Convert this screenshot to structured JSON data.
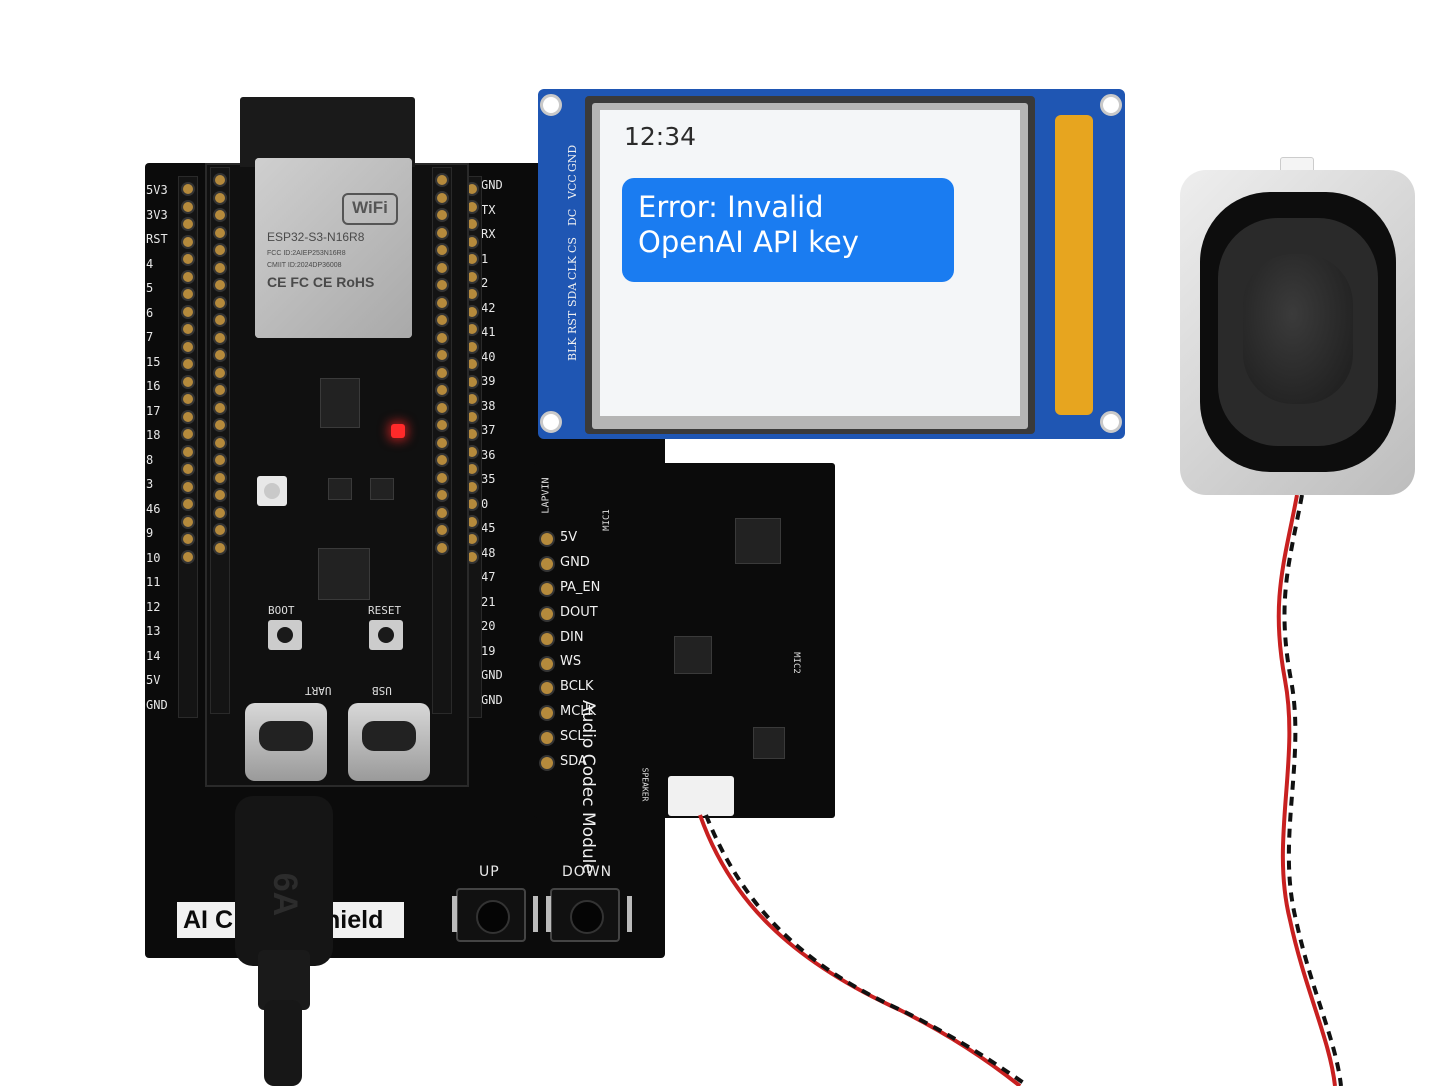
{
  "shield": {
    "left_pins": [
      "5V3",
      "3V3",
      "RST",
      "4",
      "5",
      "6",
      "7",
      "15",
      "16",
      "17",
      "18",
      "8",
      "3",
      "46",
      "9",
      "10",
      "11",
      "12",
      "13",
      "14",
      "5V",
      "GND"
    ],
    "right_pins": [
      "GND",
      "TX",
      "RX",
      "1",
      "2",
      "42",
      "41",
      "40",
      "39",
      "38",
      "37",
      "36",
      "35",
      "0",
      "45",
      "48",
      "47",
      "21",
      "20",
      "19",
      "GND",
      "GND"
    ],
    "label": "AI Chat Shield",
    "label_visible": "AI C",
    "label_visible_end": "hield",
    "buttons": {
      "up": "UP",
      "down": "DOWN"
    }
  },
  "devboard": {
    "module_name": "ESP32-S3-N16R8",
    "fcc_id": "FCC ID:2AIEP253N16R8",
    "cmiit_id": "CMIIT ID:2024DP36008",
    "wifi_badge": "WiFi",
    "cert_marks": "CE FC CE RoHS",
    "boot_label": "BOOT",
    "reset_label": "RESET",
    "usb_left_label": "UART",
    "usb_right_label": "USB"
  },
  "cable": {
    "print": "6A"
  },
  "lcd": {
    "pin_labels": [
      "GND",
      "VCC",
      "DC",
      "CS",
      "CLK",
      "SDA",
      "RST",
      "BLK"
    ],
    "time": "12:34",
    "message": "Error: Invalid OpenAI API key",
    "bubble_color": "#1a7cf1"
  },
  "codec": {
    "brand": "LAPVIN",
    "mic1": "MIC1",
    "mic2": "MIC2",
    "pins": [
      "5V",
      "GND",
      "PA_EN",
      "DOUT",
      "DIN",
      "WS",
      "BCLK",
      "MCLK",
      "SCL",
      "SDA"
    ],
    "title": "Audio Codec Module",
    "speaker_label": "SPEAKER"
  },
  "colors": {
    "board": "#0b0b0b",
    "lcd_pcb": "#1f56b3",
    "flex": "#e7a51f",
    "led": "#ff2a2a"
  }
}
